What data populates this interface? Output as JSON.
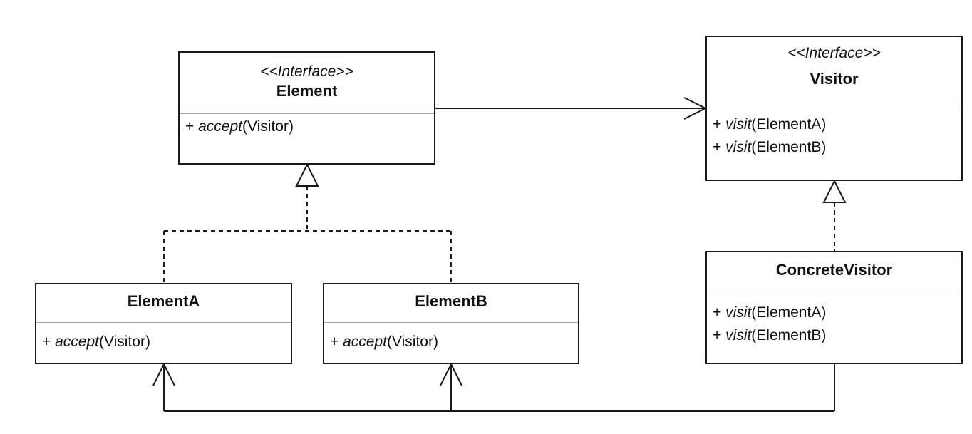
{
  "diagram": {
    "classes": {
      "element": {
        "stereotype": "<<Interface>>",
        "name": "Element",
        "operations": [
          {
            "sign": "+",
            "name": "accept",
            "args": "Visitor"
          }
        ]
      },
      "visitor": {
        "stereotype": "<<Interface>>",
        "name": "Visitor",
        "operations": [
          {
            "sign": "+",
            "name": "visit",
            "args": "ElementA"
          },
          {
            "sign": "+",
            "name": "visit",
            "args": "ElementB"
          }
        ]
      },
      "element_a": {
        "name": "ElementA",
        "operations": [
          {
            "sign": "+",
            "name": "accept",
            "args": "Visitor"
          }
        ]
      },
      "element_b": {
        "name": "ElementB",
        "operations": [
          {
            "sign": "+",
            "name": "accept",
            "args": "Visitor"
          }
        ]
      },
      "concrete_visitor": {
        "name": "ConcreteVisitor",
        "operations": [
          {
            "sign": "+",
            "name": "visit",
            "args": "ElementA"
          },
          {
            "sign": "+",
            "name": "visit",
            "args": "ElementB"
          }
        ]
      }
    },
    "relationships": [
      {
        "type": "association",
        "from": "Element",
        "to": "Visitor"
      },
      {
        "type": "realization",
        "from": "ElementA",
        "to": "Element"
      },
      {
        "type": "realization",
        "from": "ElementB",
        "to": "Element"
      },
      {
        "type": "realization",
        "from": "ConcreteVisitor",
        "to": "Visitor"
      },
      {
        "type": "association",
        "from": "ConcreteVisitor",
        "to": "ElementA"
      },
      {
        "type": "association",
        "from": "ConcreteVisitor",
        "to": "ElementB"
      }
    ],
    "colors": {
      "line": "#1a1a1a",
      "separator": "#a8a8a8",
      "background": "#ffffff"
    }
  }
}
